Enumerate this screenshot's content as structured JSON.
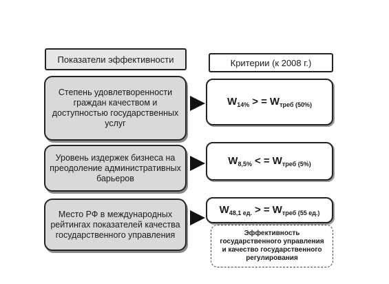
{
  "headers": {
    "indicators": "Показатели эффективности",
    "criteria": "Критерии (к 2008 г.)"
  },
  "indicators": [
    "Степень удовлетворенности граждан качеством и доступностью государственных услуг",
    "Уровень издержек бизнеса на преодоление административных барьеров",
    "Место РФ в международных рейтингах показателей качества государственного управления"
  ],
  "criteria": [
    {
      "left_symbol": "W",
      "left_sub": "14%",
      "operator": "> =",
      "right_symbol": "W",
      "right_sub": "треб (50%)"
    },
    {
      "left_symbol": "W",
      "left_sub": "8,5%",
      "operator": "< =",
      "right_symbol": "W",
      "right_sub": "треб (5%)"
    },
    {
      "left_symbol": "W",
      "left_sub": "48,1 ед.",
      "operator": "> =",
      "right_symbol": "W",
      "right_sub": "треб (55 ед.)"
    }
  ],
  "note": "Эффективность государственного управления и качество государственного регулирования"
}
